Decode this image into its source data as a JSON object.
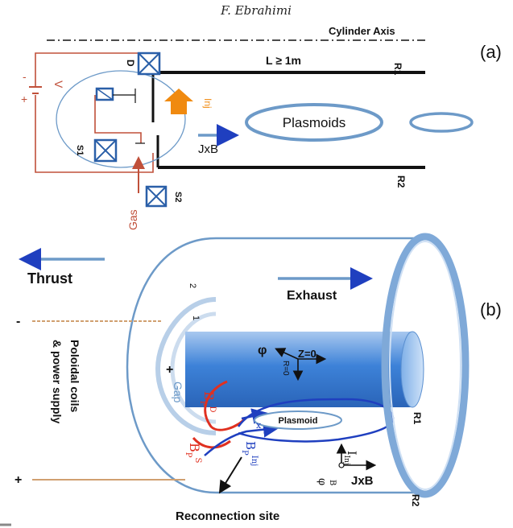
{
  "header": {
    "author": "F. Ebrahimi"
  },
  "panel_a": {
    "label": "(a)",
    "cylinder_axis": "Cylinder Axis",
    "length": "L ≥ 1m",
    "r1": "R1",
    "r2": "R2",
    "voltage": "V",
    "minus": "-",
    "plus": "+",
    "coil_d": "D",
    "coil_s1": "S1",
    "coil_s2": "S2",
    "inj": "Inj",
    "jxb": "JxB",
    "plasmoids": "Plasmoids",
    "gas": "Gas"
  },
  "panel_b": {
    "label": "(b)",
    "thrust": "Thrust",
    "exhaust": "Exhaust",
    "coils_line1": "Poloidal coils",
    "coils_line2": "& power supply",
    "minus": "-",
    "plus": "+",
    "num2": "2",
    "num1": "1",
    "gap_plus": "+",
    "gap_minus": "-",
    "gap": "Gap",
    "phi": "φ",
    "z0": "Z=0",
    "r0": "R=0",
    "r1": "R1",
    "r2": "R2",
    "bpd_b": "B",
    "bpd_sub": "P",
    "bpd_sup": "D",
    "bps_b": "B",
    "bps_sub": "P",
    "bps_sup": "S",
    "bpinj_b": "B",
    "bpinj_sub": "P",
    "bpinj_sup": "Inj",
    "x_mark": "x",
    "plasmoid": "Plasmoid",
    "i_inj": "I",
    "i_inj_sub": "Inj",
    "phi2": "φ",
    "b_small": "B",
    "jxb": "JxB",
    "reconnection": "Reconnection site"
  },
  "colors": {
    "copper": "#c0503a",
    "steel_blue": "#6d9ac8",
    "deep_blue": "#1f3fbf",
    "red": "#e03020",
    "orange": "#f08a10",
    "wire": "#d0a070"
  }
}
